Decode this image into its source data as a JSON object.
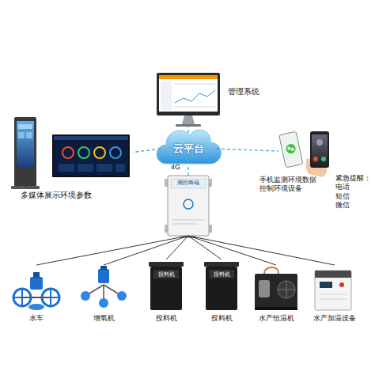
{
  "diagram": {
    "nodes": [
      {
        "text": [
          "管理系统"
        ]
      },
      {
        "text": [
          "多媒体展示环境参数"
        ]
      },
      {
        "text": [
          "云平台"
        ]
      },
      {
        "text": [
          "手机监测环境数据 控制环境设备",
          "紧急提醒： 电话 短信 微信"
        ]
      },
      {
        "text": [
          "测控终端"
        ]
      },
      {
        "text": [
          "水车"
        ]
      },
      {
        "text": [
          "增氧机"
        ]
      },
      {
        "text": [
          "投料机",
          "投料机"
        ]
      },
      {
        "text": [
          "投料机",
          "投料机"
        ]
      },
      {
        "text": [
          "水产恒温机"
        ]
      },
      {
        "text": [
          "水产加温设备"
        ]
      }
    ],
    "edges": [
      {
        "from": 2,
        "to": 0,
        "arrow": "none"
      },
      {
        "from": 2,
        "to": 1,
        "arrow": "none"
      },
      {
        "from": 2,
        "to": 3,
        "arrow": "none"
      },
      {
        "from": 4,
        "to": 2,
        "label": "4G",
        "arrow": "none"
      },
      {
        "from": 4,
        "to": 5,
        "arrow": "none"
      },
      {
        "from": 4,
        "to": 6,
        "arrow": "none"
      },
      {
        "from": 4,
        "to": 7,
        "arrow": "none"
      },
      {
        "from": 4,
        "to": 8,
        "arrow": "none"
      },
      {
        "from": 4,
        "to": 9,
        "arrow": "none"
      },
      {
        "from": 4,
        "to": 10,
        "arrow": "none"
      }
    ]
  }
}
